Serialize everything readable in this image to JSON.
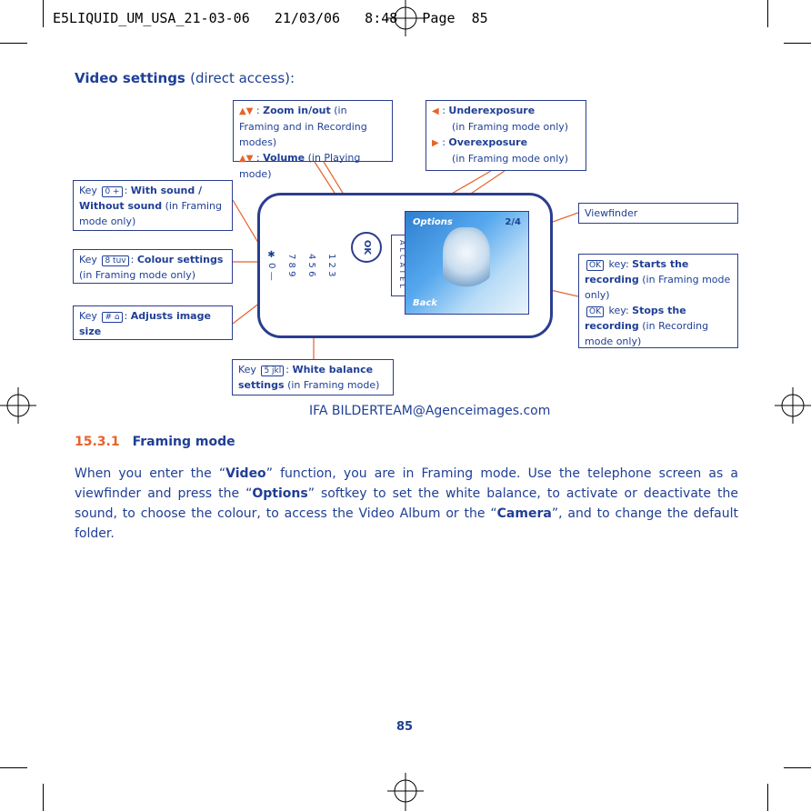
{
  "header": {
    "text": "E5LIQUID_UM_USA_21-03-06   21/03/06   8:48   Page  85"
  },
  "title": {
    "bold": "Video settings",
    "normal": "(direct access):"
  },
  "callouts": {
    "zoom": {
      "label": "Zoom in/out",
      "text": "(in Framing and in Recording modes)"
    },
    "volume": {
      "label": "Volume",
      "text": "(in Playing mode)"
    },
    "under": {
      "label": "Underexposure",
      "text": "(in Framing mode only)"
    },
    "over": {
      "label": "Overexposure",
      "text": "(in Framing mode only)"
    },
    "sound": {
      "key": "Key",
      "glyph": "0 +",
      "label": "With sound / Without sound",
      "text": "(in Framing mode only)"
    },
    "colour": {
      "key": "Key",
      "glyph": "8 tuv",
      "label": "Colour settings",
      "text": "(in Framing mode only)"
    },
    "size": {
      "key": "Key",
      "glyph": "# ⌂",
      "label": "Adjusts image size"
    },
    "viewfinder": {
      "text": "Viewfinder"
    },
    "okkey": {
      "glyph": "OK",
      "label1": "key: ",
      "bold1": "Starts the recording",
      "text1": "(in Framing mode only)",
      "label2": "key: ",
      "bold2": "Stops the recording",
      "text2": "(in Recording mode only)"
    },
    "white": {
      "key": "Key",
      "glyph": "5 jkl",
      "label": "White balance settings",
      "text": "(in Framing mode)"
    }
  },
  "phone": {
    "brand": "ALCATEL",
    "ok": "OK",
    "soft_left": "Options",
    "soft_right": "Back",
    "status": "2/4"
  },
  "caption": "IFA BILDERTEAM@Agenceimages.com",
  "section": {
    "number": "15.3.1",
    "title": "Framing mode"
  },
  "paragraph": {
    "p1": "When you enter the “",
    "b1": "Video",
    "p2": "” function, you are in Framing mode. Use the telephone screen as a viewfinder and press the “",
    "b2": "Options",
    "p3": "” softkey to set the white balance, to activate or deactivate the sound, to choose the colour, to access the Video Album or the “",
    "b3": "Camera",
    "p4": "”, and to change the default folder."
  },
  "page_number": "85",
  "colors": {
    "accent": "#e8622b",
    "text": "#1f3f95",
    "border": "#2a3d8f"
  }
}
